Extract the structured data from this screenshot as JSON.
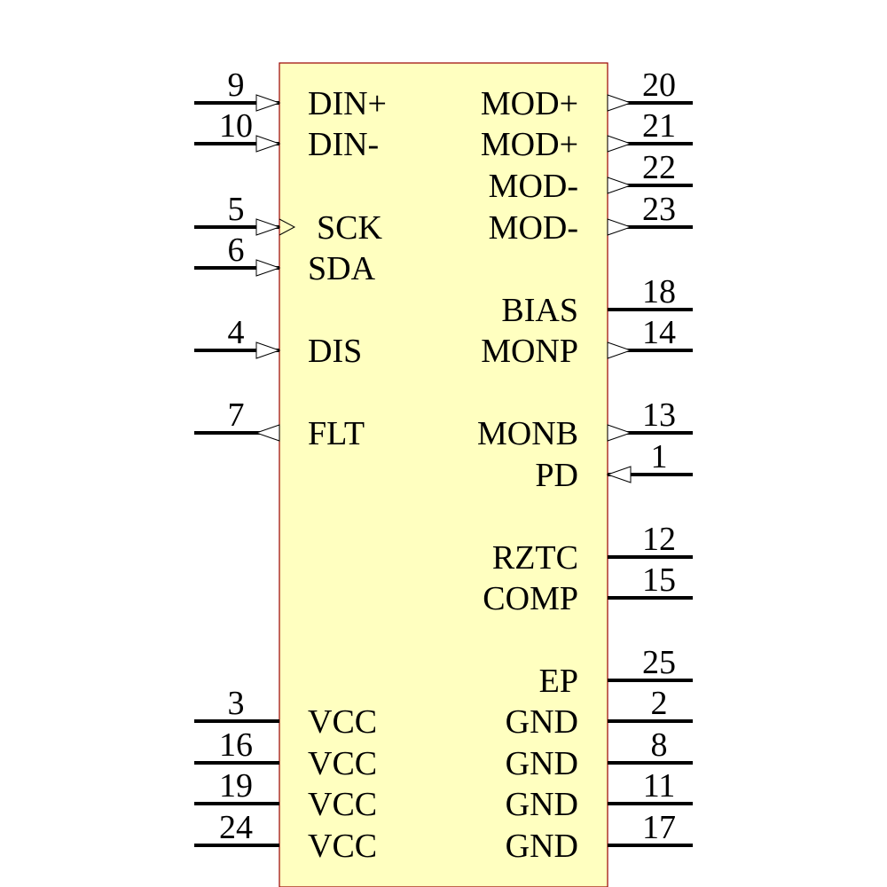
{
  "component": {
    "body_fill": "#ffffc0",
    "body_stroke": "#990000",
    "wire_color": "#000000",
    "arrow_fill": "#ffffff"
  },
  "left_pins": [
    {
      "number": "9",
      "label": "DIN+",
      "type": "input"
    },
    {
      "number": "10",
      "label": "DIN-",
      "type": "input"
    },
    {
      "number": "5",
      "label": "SCK",
      "type": "input",
      "clock": true
    },
    {
      "number": "6",
      "label": "SDA",
      "type": "input"
    },
    {
      "number": "4",
      "label": "DIS",
      "type": "input"
    },
    {
      "number": "7",
      "label": "FLT",
      "type": "output"
    },
    {
      "number": "3",
      "label": "VCC",
      "type": "power"
    },
    {
      "number": "16",
      "label": "VCC",
      "type": "power"
    },
    {
      "number": "19",
      "label": "VCC",
      "type": "power"
    },
    {
      "number": "24",
      "label": "VCC",
      "type": "power"
    }
  ],
  "right_pins": [
    {
      "number": "20",
      "label": "MOD+",
      "type": "output"
    },
    {
      "number": "21",
      "label": "MOD+",
      "type": "output"
    },
    {
      "number": "22",
      "label": "MOD-",
      "type": "output"
    },
    {
      "number": "23",
      "label": "MOD-",
      "type": "output"
    },
    {
      "number": "18",
      "label": "BIAS",
      "type": "passive"
    },
    {
      "number": "14",
      "label": "MONP",
      "type": "output"
    },
    {
      "number": "13",
      "label": "MONB",
      "type": "output"
    },
    {
      "number": "1",
      "label": "PD",
      "type": "input"
    },
    {
      "number": "12",
      "label": "RZTC",
      "type": "passive"
    },
    {
      "number": "15",
      "label": "COMP",
      "type": "passive"
    },
    {
      "number": "25",
      "label": "EP",
      "type": "passive"
    },
    {
      "number": "2",
      "label": "GND",
      "type": "power"
    },
    {
      "number": "8",
      "label": "GND",
      "type": "power"
    },
    {
      "number": "11",
      "label": "GND",
      "type": "power"
    },
    {
      "number": "17",
      "label": "GND",
      "type": "power"
    }
  ]
}
